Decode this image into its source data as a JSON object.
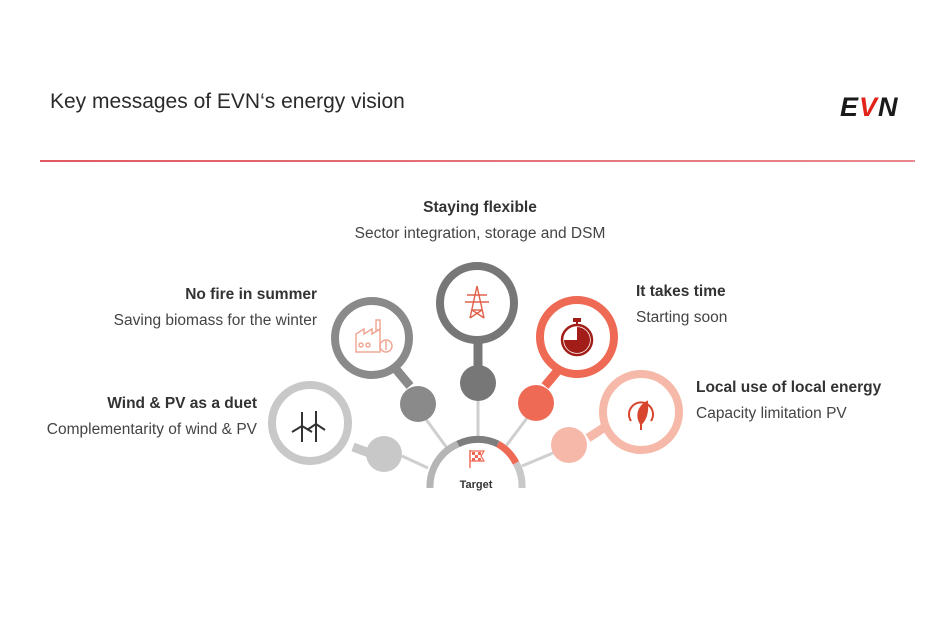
{
  "header": {
    "title": "Key messages of EVN‘s energy vision"
  },
  "logo": {
    "text_pre": "E",
    "text_v": "V",
    "text_post": "N"
  },
  "hub": {
    "label": "Target"
  },
  "nodes": [
    {
      "id": "wind",
      "heading": "Wind & PV as a duet",
      "sub": "Complementarity of wind & PV",
      "icon": "wind-turbine-icon",
      "color": "#c8c8c8"
    },
    {
      "id": "fire",
      "heading": "No fire in summer",
      "sub": "Saving biomass for the winter",
      "icon": "factory-icon",
      "color": "#8a8a8a"
    },
    {
      "id": "flex",
      "heading": "Staying flexible",
      "sub": "Sector integration, storage and DSM",
      "icon": "power-pylon-icon",
      "color": "#777777"
    },
    {
      "id": "time",
      "heading": "It takes time",
      "sub": "Starting soon",
      "icon": "stopwatch-icon",
      "color": "#ee6a55"
    },
    {
      "id": "local",
      "heading": "Local use of local energy",
      "sub": "Capacity limitation PV",
      "icon": "eco-plug-icon",
      "color": "#f6b8a8"
    }
  ],
  "colors": {
    "accent": "#e2231a",
    "rule": "#e05a63",
    "gray_light": "#c8c8c8",
    "gray_mid": "#8a8a8a",
    "gray_dark": "#777777",
    "red": "#ee6a55",
    "peach": "#f6b8a8"
  }
}
